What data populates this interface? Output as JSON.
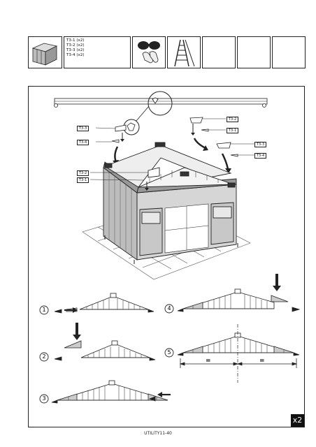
{
  "parts_list": [
    "T3-1 (x2)",
    "T3-2 (x2)",
    "T3-3 (x2)",
    "T3-4 (x2)"
  ],
  "callouts": {
    "t3_3_left": "T3-3",
    "t3_4_left": "T3-4",
    "t3_2_left": "T3-2",
    "t3_1_left": "T3-1",
    "t3_2_right": "T3-2",
    "t3_1_right": "T3-1",
    "t3_3_right": "T3-3",
    "t3_4_right": "T3-4"
  },
  "steps": [
    "1",
    "2",
    "3",
    "4",
    "5"
  ],
  "equal_left": "=",
  "equal_right": "=",
  "multiplier": "x2",
  "footer_code": "UTILITY11-40"
}
